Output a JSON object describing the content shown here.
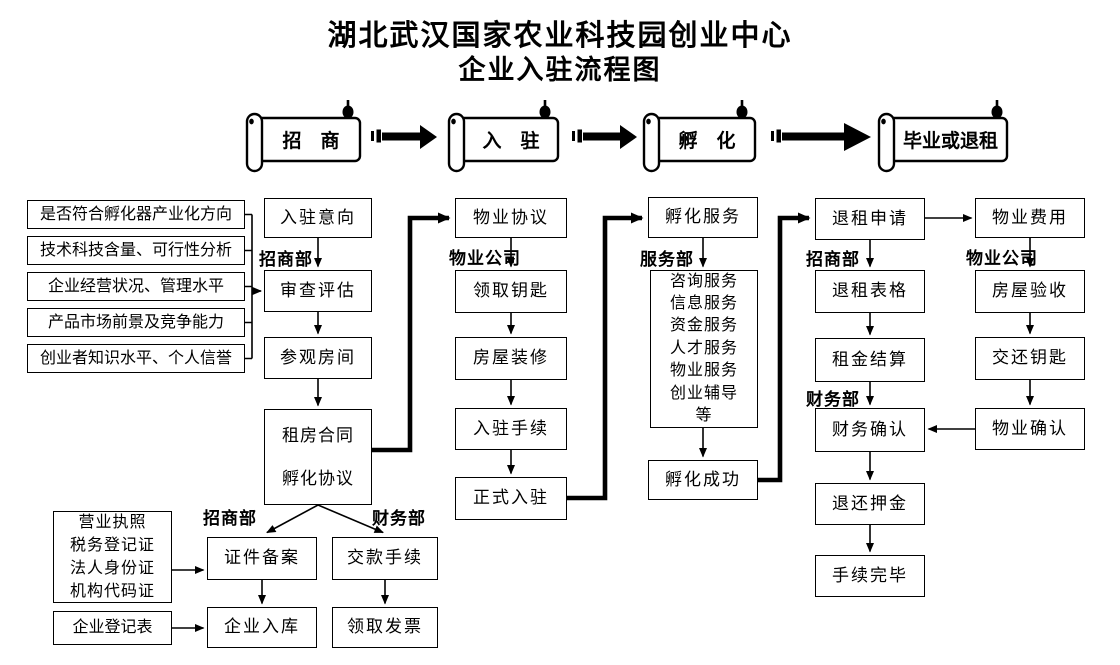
{
  "colors": {
    "ink": "#000000",
    "paper": "#ffffff"
  },
  "title": {
    "line1": "湖北武汉国家农业科技园创业中心",
    "line2": "企业入驻流程图"
  },
  "banners": {
    "recruit": {
      "label": "招　商"
    },
    "checkin": {
      "label": "入　驻"
    },
    "incubate": {
      "label": "孵　化"
    },
    "graduate": {
      "label": "毕业或退租"
    }
  },
  "criteria": [
    "是否符合孵化器产业化方向",
    "技术科技含量、可行性分析",
    "企业经营状况、管理水平",
    "产品市场前景及竞争能力",
    "创业者知识水平、个人信誉"
  ],
  "dept_labels": {
    "stage1_top": "招商部",
    "stage1_bottom_left": "招商部",
    "stage1_bottom_right": "财务部",
    "stage2": "物业公司",
    "stage3": "服务部",
    "stage4_top": "招商部",
    "stage4_mid": "财务部",
    "stage4_right": "物业公司"
  },
  "nodes": {
    "intent": {
      "label": "入驻意向"
    },
    "review": {
      "label": "审查评估"
    },
    "visit": {
      "label": "参观房间"
    },
    "contract": {
      "lines": [
        "租房合同",
        "孵化协议"
      ]
    },
    "docs": {
      "lines": [
        "营业执照",
        "税务登记证",
        "法人身份证",
        "机构代码证"
      ]
    },
    "reg_form": {
      "label": "企业登记表"
    },
    "cert_filing": {
      "label": "证件备案"
    },
    "company_store": {
      "label": "企业入库"
    },
    "payment": {
      "label": "交款手续"
    },
    "invoice": {
      "label": "领取发票"
    },
    "property_agreement": {
      "label": "物业协议"
    },
    "get_keys": {
      "label": "领取钥匙"
    },
    "renovation": {
      "label": "房屋装修"
    },
    "checkin_procedure": {
      "label": "入驻手续"
    },
    "official_checkin": {
      "label": "正式入驻"
    },
    "incubation_service": {
      "label": "孵化服务"
    },
    "services": {
      "lines": [
        "咨询服务",
        "信息服务",
        "资金服务",
        "人才服务",
        "物业服务",
        "创业辅导",
        "等"
      ]
    },
    "incubation_success": {
      "label": "孵化成功"
    },
    "refund_apply": {
      "label": "退租申请"
    },
    "refund_form": {
      "label": "退租表格"
    },
    "rent_settle": {
      "label": "租金结算"
    },
    "finance_confirm": {
      "label": "财务确认"
    },
    "deposit_return": {
      "label": "退还押金"
    },
    "complete": {
      "label": "手续完毕"
    },
    "property_fee": {
      "label": "物业费用"
    },
    "house_inspect": {
      "label": "房屋验收"
    },
    "return_keys": {
      "label": "交还钥匙"
    },
    "property_confirm": {
      "label": "物业确认"
    }
  }
}
